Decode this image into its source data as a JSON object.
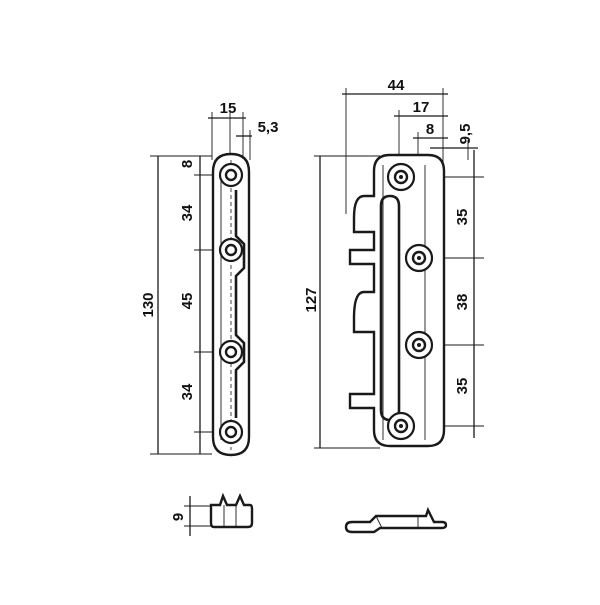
{
  "left_part": {
    "dims": {
      "width": "15",
      "thickness": "5,3",
      "total_height": "130",
      "hole_top_offset": "8",
      "spacing_1": "34",
      "spacing_2": "45",
      "spacing_3": "34"
    }
  },
  "right_part": {
    "dims": {
      "total_width": "44",
      "hole_offset": "17",
      "inner_offset": "8",
      "edge_offset": "9,5",
      "total_height": "127",
      "spacing_1": "35",
      "spacing_2": "38",
      "spacing_3": "35"
    }
  },
  "side_view": {
    "dims": {
      "height": "9"
    }
  },
  "colors": {
    "line": "#1a1a1a",
    "background": "#ffffff"
  }
}
